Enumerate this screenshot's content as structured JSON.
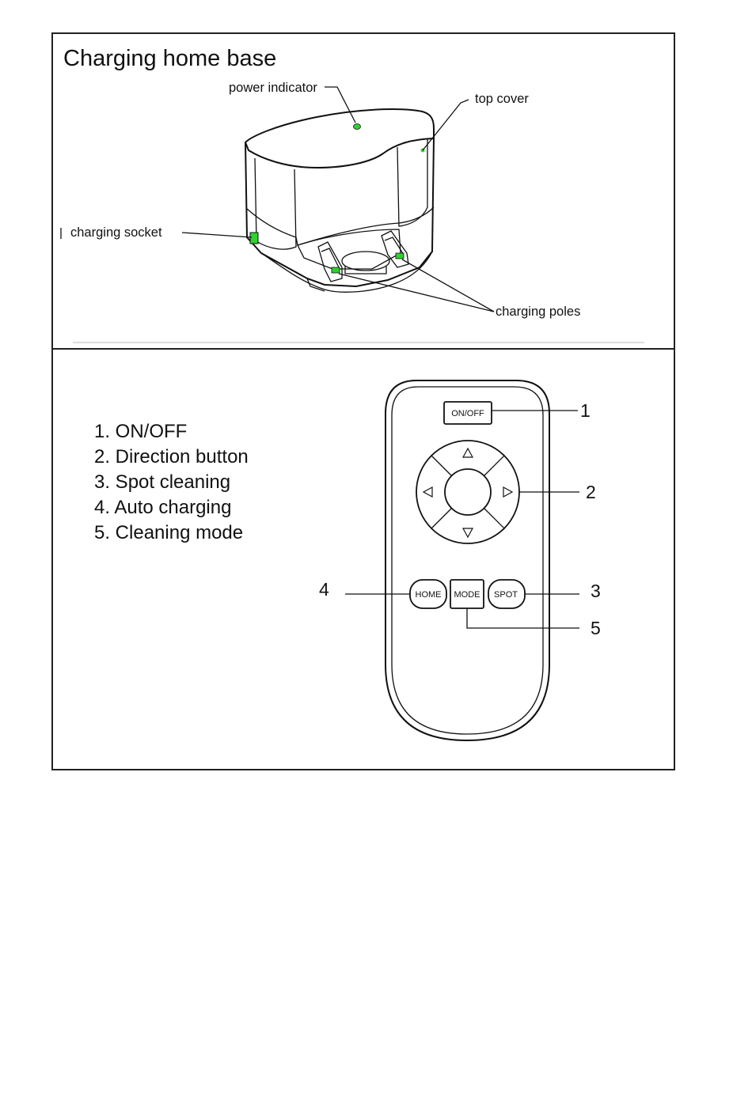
{
  "base_section": {
    "title": "Charging home base",
    "callouts": {
      "power_indicator": "power indicator",
      "top_cover": "top cover",
      "charging_socket": "charging socket",
      "charging_poles": "charging poles"
    },
    "led_color": "#2fd12f"
  },
  "remote_section": {
    "legend": [
      "1. ON/OFF",
      "2. Direction button",
      "3. Spot cleaning",
      "4. Auto charging",
      "5. Cleaning mode"
    ],
    "buttons": {
      "on_off": "ON/OFF",
      "home": "HOME",
      "mode": "MODE",
      "spot": "SPOT"
    },
    "callout_numbers": [
      "1",
      "2",
      "3",
      "4",
      "5"
    ]
  }
}
